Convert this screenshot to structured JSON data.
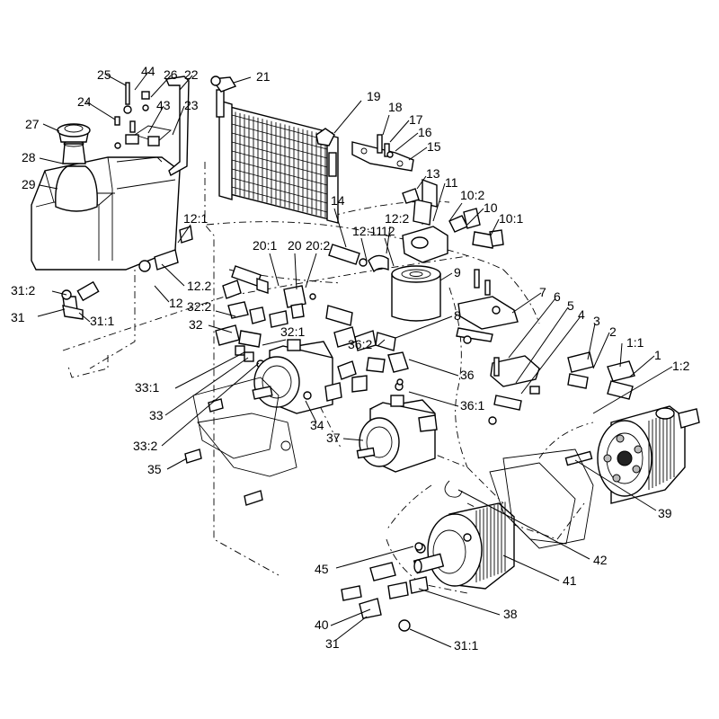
{
  "callouts": [
    {
      "id": "c-25",
      "text": "25"
    },
    {
      "id": "c-44",
      "text": "44"
    },
    {
      "id": "c-26",
      "text": "26"
    },
    {
      "id": "c-22",
      "text": "22"
    },
    {
      "id": "c-21",
      "text": "21"
    },
    {
      "id": "c-24",
      "text": "24"
    },
    {
      "id": "c-43",
      "text": "43"
    },
    {
      "id": "c-23",
      "text": "23"
    },
    {
      "id": "c-27",
      "text": "27"
    },
    {
      "id": "c-28",
      "text": "28"
    },
    {
      "id": "c-29",
      "text": "29"
    },
    {
      "id": "c-19",
      "text": "19"
    },
    {
      "id": "c-18",
      "text": "18"
    },
    {
      "id": "c-17",
      "text": "17"
    },
    {
      "id": "c-16",
      "text": "16"
    },
    {
      "id": "c-15",
      "text": "15"
    },
    {
      "id": "c-13",
      "text": "13"
    },
    {
      "id": "c-11",
      "text": "11"
    },
    {
      "id": "c-10-2",
      "text": "10:2"
    },
    {
      "id": "c-10",
      "text": "10"
    },
    {
      "id": "c-10-1",
      "text": "10:1"
    },
    {
      "id": "c-14",
      "text": "14"
    },
    {
      "id": "c-12-1a",
      "text": "12:1"
    },
    {
      "id": "c-12-2a",
      "text": "12:2"
    },
    {
      "id": "c-12-11",
      "text": "12:11"
    },
    {
      "id": "c-12a",
      "text": "12"
    },
    {
      "id": "c-20-1",
      "text": "20:1"
    },
    {
      "id": "c-20",
      "text": "20"
    },
    {
      "id": "c-20-2",
      "text": "20:2"
    },
    {
      "id": "c-12-2b",
      "text": "12.2"
    },
    {
      "id": "c-12b",
      "text": "12"
    },
    {
      "id": "c-31-2",
      "text": "31:2"
    },
    {
      "id": "c-31a",
      "text": "31"
    },
    {
      "id": "c-31-1a",
      "text": "31:1"
    },
    {
      "id": "c-32-2",
      "text": "32:2"
    },
    {
      "id": "c-32",
      "text": "32"
    },
    {
      "id": "c-32-1",
      "text": "32:1"
    },
    {
      "id": "c-9",
      "text": "9"
    },
    {
      "id": "c-8",
      "text": "8"
    },
    {
      "id": "c-7",
      "text": "7"
    },
    {
      "id": "c-6",
      "text": "6"
    },
    {
      "id": "c-5",
      "text": "5"
    },
    {
      "id": "c-4",
      "text": "4"
    },
    {
      "id": "c-3",
      "text": "3"
    },
    {
      "id": "c-2",
      "text": "2"
    },
    {
      "id": "c-1-1",
      "text": "1:1"
    },
    {
      "id": "c-1",
      "text": "1"
    },
    {
      "id": "c-1-2",
      "text": "1:2"
    },
    {
      "id": "c-36-2",
      "text": "36:2"
    },
    {
      "id": "c-36",
      "text": "36"
    },
    {
      "id": "c-36-1",
      "text": "36:1"
    },
    {
      "id": "c-33-1",
      "text": "33:1"
    },
    {
      "id": "c-33",
      "text": "33"
    },
    {
      "id": "c-33-2",
      "text": "33:2"
    },
    {
      "id": "c-34",
      "text": "34"
    },
    {
      "id": "c-37",
      "text": "37"
    },
    {
      "id": "c-35",
      "text": "35"
    },
    {
      "id": "c-39",
      "text": "39"
    },
    {
      "id": "c-42",
      "text": "42"
    },
    {
      "id": "c-41",
      "text": "41"
    },
    {
      "id": "c-45",
      "text": "45"
    },
    {
      "id": "c-38",
      "text": "38"
    },
    {
      "id": "c-40",
      "text": "40"
    },
    {
      "id": "c-31b",
      "text": "31"
    },
    {
      "id": "c-31-1b",
      "text": "31:1"
    }
  ]
}
